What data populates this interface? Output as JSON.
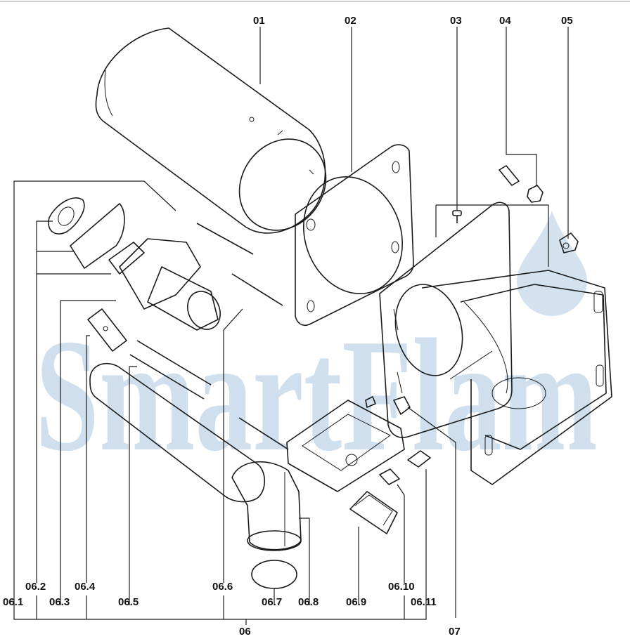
{
  "watermark": {
    "text": "SmartFlam",
    "color": "#a9c6e0"
  },
  "labels_top": [
    "01",
    "02",
    "03",
    "04",
    "05"
  ],
  "labels_bottom": [
    "06.1",
    "06.2",
    "06.3",
    "06.4",
    "06.5",
    "06.6",
    "06.7",
    "06.8",
    "06.9",
    "06.10",
    "06.11"
  ],
  "label_group": "06",
  "label_07": "07"
}
